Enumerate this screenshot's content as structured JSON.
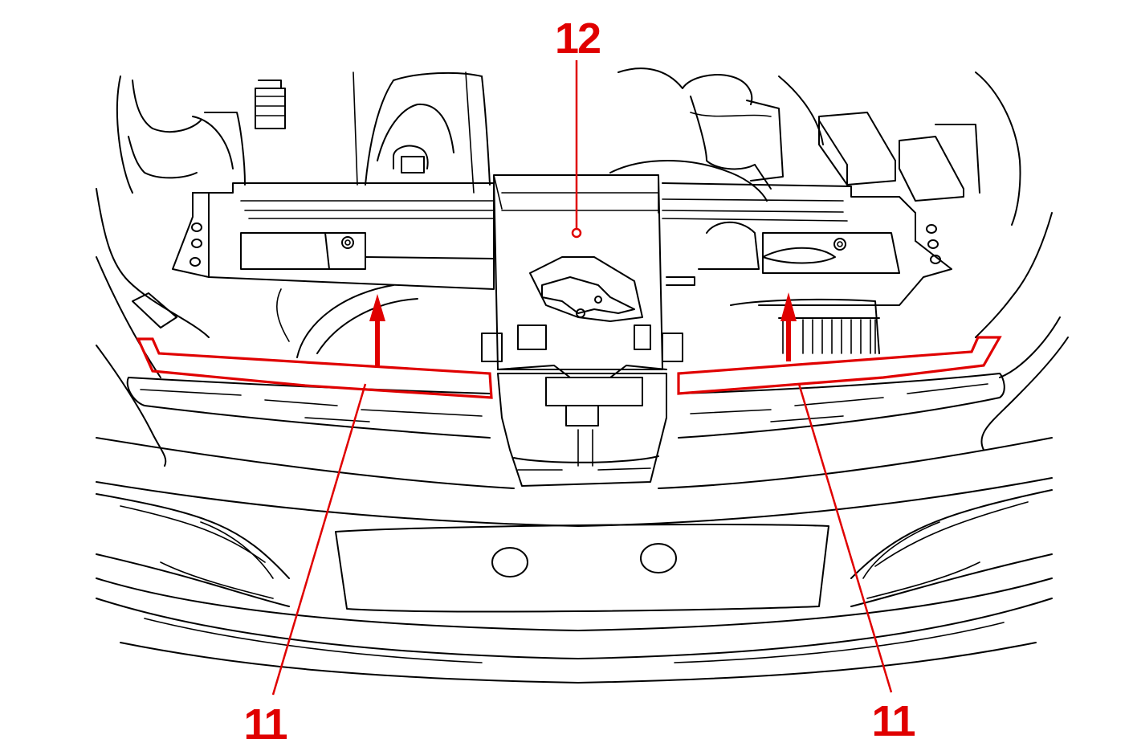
{
  "callouts": {
    "top": {
      "label": "12"
    },
    "left": {
      "label": "11"
    },
    "right": {
      "label": "11"
    }
  },
  "colors": {
    "line": "#000000",
    "highlight": "#e00000",
    "background": "#ffffff"
  }
}
